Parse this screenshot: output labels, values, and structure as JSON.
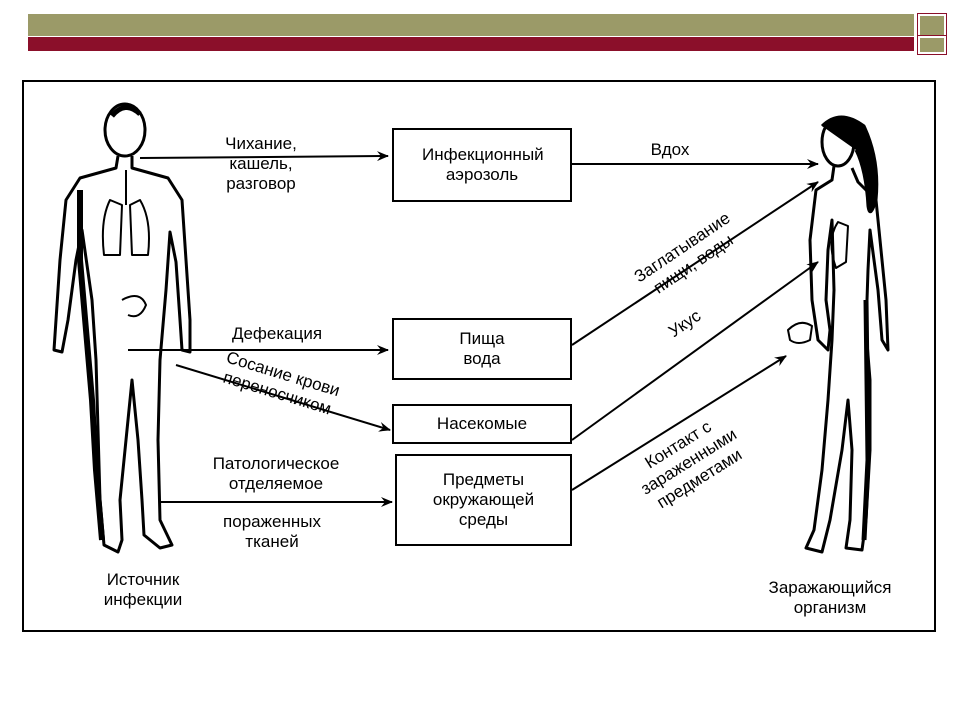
{
  "source_label": "Источник инфекции",
  "target_label": "Заражающийся организм",
  "boxes": {
    "aerosol": "Инфекционный аэрозоль",
    "food": "Пища вода",
    "insects": "Насекомые",
    "objects": "Предметы окружающей среды"
  },
  "left_labels": {
    "sneeze": "Чихание, кашель, разговор",
    "defecation": "Дефекация",
    "blood": "Сосание крови переносчиком",
    "discharge_top": "Патологическое отделяемое",
    "discharge_bottom": "пораженных тканей"
  },
  "right_labels": {
    "inhale": "Вдох",
    "swallow": "Заглатывание пищи, воды",
    "bite": "Укус",
    "contact": "Контакт с зараженными предметами"
  },
  "colors": {
    "bar_olive": "#9b9a68",
    "bar_maroon": "#8b0f2a",
    "line": "#000000"
  }
}
